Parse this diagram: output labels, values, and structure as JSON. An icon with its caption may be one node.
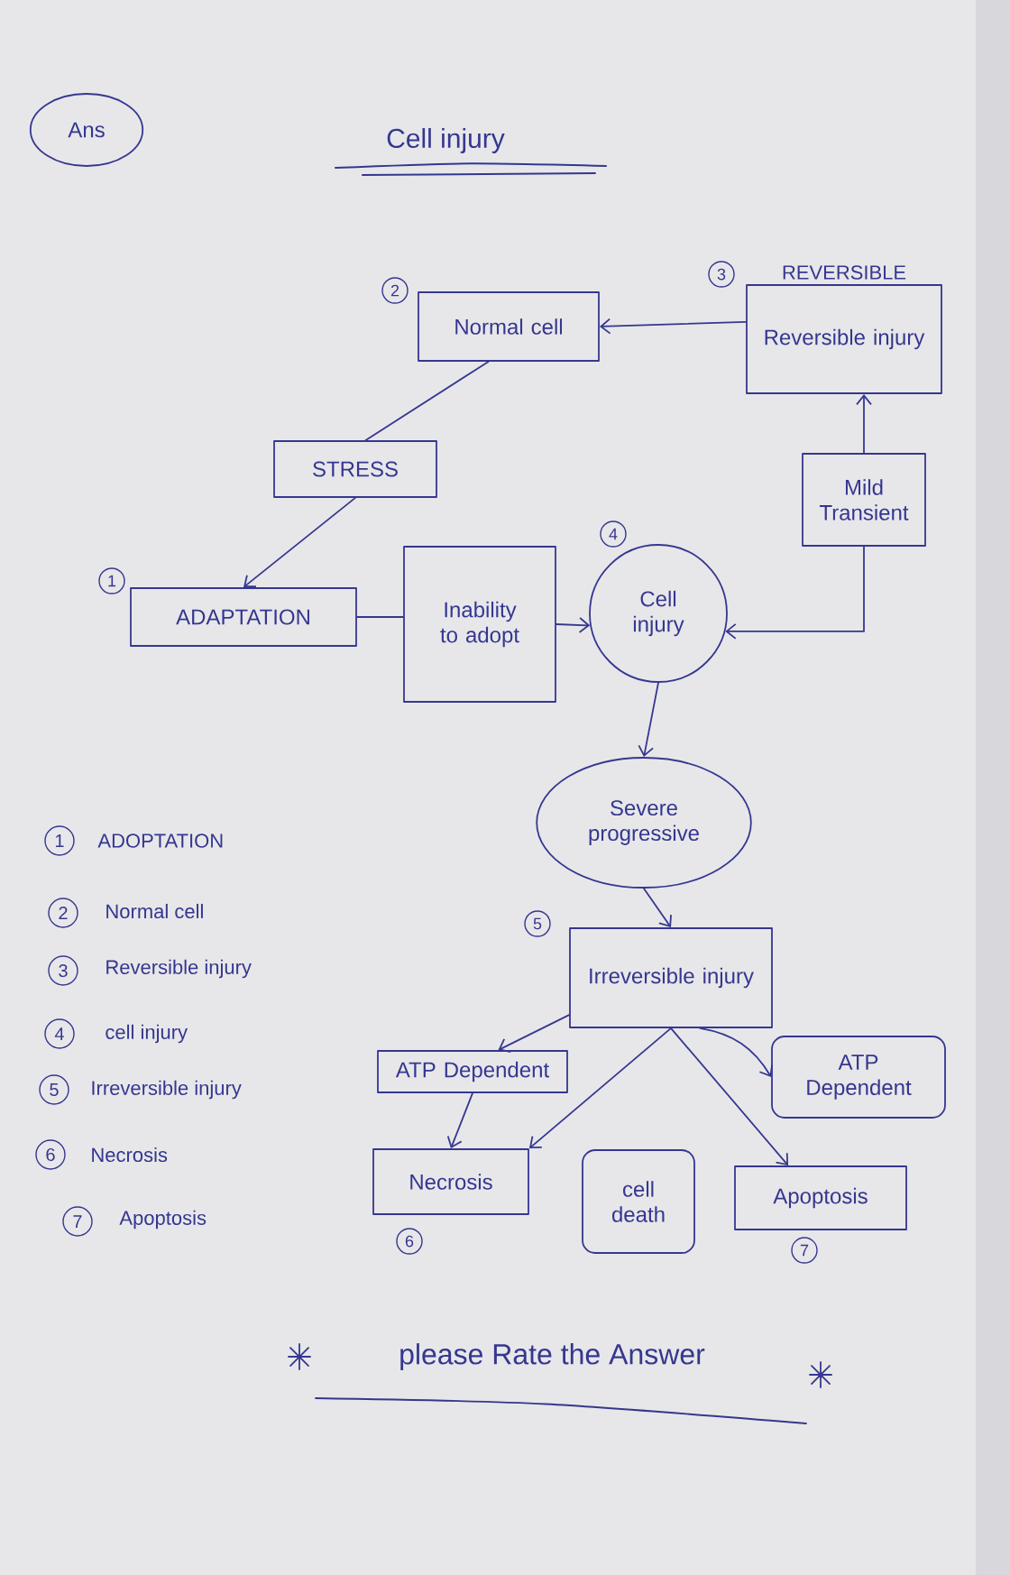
{
  "diagram": {
    "title": "Cell injury",
    "nodes": [
      {
        "text": [
          "Ans"
        ]
      },
      {
        "text": [
          "Normal cell"
        ],
        "beside": [
          "2"
        ]
      },
      {
        "text": [
          "REVERSIBLE",
          "Reversible injury"
        ],
        "beside": [
          "3"
        ]
      },
      {
        "text": [
          "STRESS"
        ]
      },
      {
        "text": [
          "Mild Transient"
        ]
      },
      {
        "text": [
          "ADAPTATION"
        ],
        "beside": [
          "1"
        ]
      },
      {
        "text": [
          "Inability to adopt"
        ]
      },
      {
        "text": [
          "Cell injury"
        ],
        "beside": [
          "4"
        ]
      },
      {
        "text": [
          "Severe progressive"
        ]
      },
      {
        "text": [
          "Irreversible injury"
        ],
        "beside": [
          "5"
        ]
      },
      {
        "text": [
          "ATP Dependent"
        ]
      },
      {
        "text": [
          "ATP Dependent"
        ]
      },
      {
        "text": [
          "Necrosis"
        ],
        "beside": [
          "6"
        ]
      },
      {
        "text": [
          "cell death"
        ]
      },
      {
        "text": [
          "Apoptosis"
        ],
        "beside": [
          "7"
        ]
      }
    ],
    "edges": [
      {
        "from": 2,
        "to": 1,
        "arrow": "to"
      },
      {
        "from": 1,
        "to": 3,
        "arrow": "none"
      },
      {
        "from": 3,
        "to": 5,
        "arrow": "to"
      },
      {
        "from": 5,
        "to": 6,
        "arrow": "none"
      },
      {
        "from": 6,
        "to": 7,
        "arrow": "to"
      },
      {
        "from": 4,
        "to": 7,
        "arrow": "to"
      },
      {
        "from": 4,
        "to": 2,
        "arrow": "to"
      },
      {
        "from": 7,
        "to": 8,
        "arrow": "to"
      },
      {
        "from": 8,
        "to": 9,
        "arrow": "to"
      },
      {
        "from": 9,
        "to": 10,
        "arrow": "to"
      },
      {
        "from": 9,
        "to": 11,
        "arrow": "to"
      },
      {
        "from": 9,
        "to": 12,
        "arrow": "to"
      },
      {
        "from": 9,
        "to": 14,
        "arrow": "to"
      },
      {
        "from": 10,
        "to": 12,
        "arrow": "to"
      }
    ],
    "labels": [
      "1",
      "ADOPTATION",
      "2",
      "Normal cell",
      "3",
      "Reversible injury",
      "4",
      "cell injury",
      "5",
      "Irreversible injury",
      "6",
      "Necrosis",
      "7",
      "Apoptosis",
      "please Rate the Answer"
    ]
  }
}
